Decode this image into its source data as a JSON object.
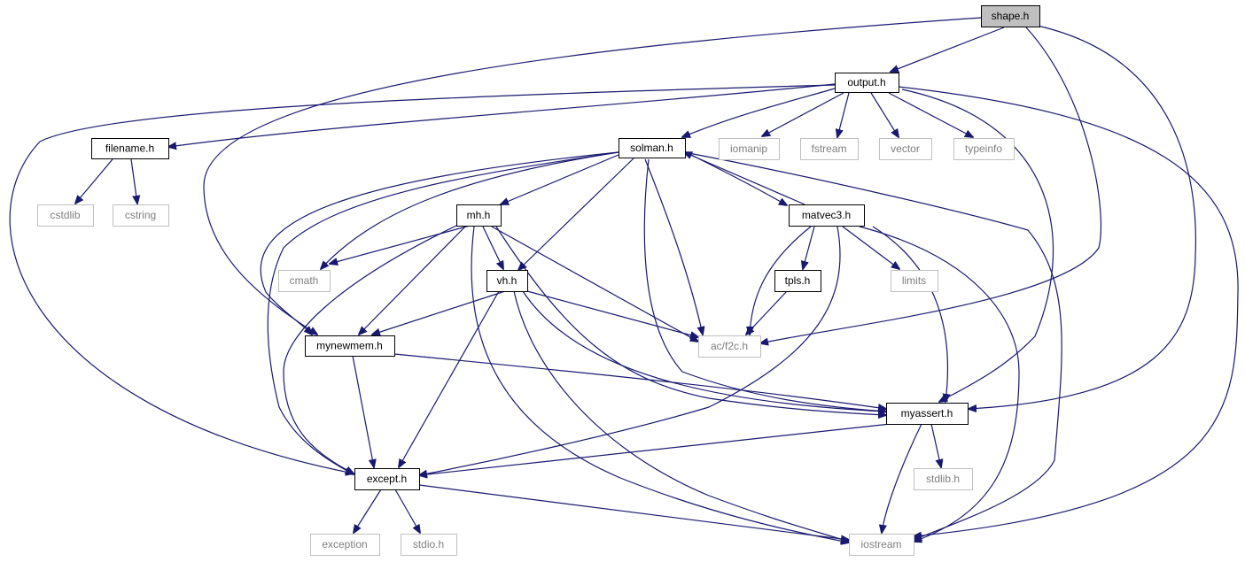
{
  "colors": {
    "edge": "#191970",
    "node_border": "#000000",
    "system_border": "#bfbfbf",
    "focus_fill": "#bfbfbf",
    "text": "#000000",
    "system_text": "#7f7f7f"
  },
  "nodes": [
    {
      "id": "shape_h",
      "label": "shape.h",
      "kind": "focus"
    },
    {
      "id": "output_h",
      "label": "output.h",
      "kind": "local"
    },
    {
      "id": "filename_h",
      "label": "filename.h",
      "kind": "local"
    },
    {
      "id": "solman_h",
      "label": "solman.h",
      "kind": "local"
    },
    {
      "id": "iomanip",
      "label": "iomanip",
      "kind": "system"
    },
    {
      "id": "fstream",
      "label": "fstream",
      "kind": "system"
    },
    {
      "id": "vector",
      "label": "vector",
      "kind": "system"
    },
    {
      "id": "typeinfo",
      "label": "typeinfo",
      "kind": "system"
    },
    {
      "id": "cstdlib",
      "label": "cstdlib",
      "kind": "system"
    },
    {
      "id": "cstring",
      "label": "cstring",
      "kind": "system"
    },
    {
      "id": "mh_h",
      "label": "mh.h",
      "kind": "local"
    },
    {
      "id": "matvec3_h",
      "label": "matvec3.h",
      "kind": "local"
    },
    {
      "id": "cmath",
      "label": "cmath",
      "kind": "system"
    },
    {
      "id": "vh_h",
      "label": "vh.h",
      "kind": "local"
    },
    {
      "id": "tpls_h",
      "label": "tpls.h",
      "kind": "local"
    },
    {
      "id": "limits",
      "label": "limits",
      "kind": "system"
    },
    {
      "id": "mynewmem_h",
      "label": "mynewmem.h",
      "kind": "local"
    },
    {
      "id": "acf2c_h",
      "label": "ac/f2c.h",
      "kind": "system"
    },
    {
      "id": "myassert_h",
      "label": "myassert.h",
      "kind": "local"
    },
    {
      "id": "except_h",
      "label": "except.h",
      "kind": "local"
    },
    {
      "id": "stdlib_h",
      "label": "stdlib.h",
      "kind": "system"
    },
    {
      "id": "exception",
      "label": "exception",
      "kind": "system"
    },
    {
      "id": "stdio_h",
      "label": "stdio.h",
      "kind": "system"
    },
    {
      "id": "iostream",
      "label": "iostream",
      "kind": "system"
    }
  ],
  "edges": [
    {
      "from": "shape_h",
      "to": "output_h"
    },
    {
      "from": "shape_h",
      "to": "mynewmem_h"
    },
    {
      "from": "shape_h",
      "to": "acf2c_h"
    },
    {
      "from": "shape_h",
      "to": "myassert_h"
    },
    {
      "from": "output_h",
      "to": "filename_h"
    },
    {
      "from": "output_h",
      "to": "solman_h"
    },
    {
      "from": "output_h",
      "to": "iomanip"
    },
    {
      "from": "output_h",
      "to": "fstream"
    },
    {
      "from": "output_h",
      "to": "vector"
    },
    {
      "from": "output_h",
      "to": "typeinfo"
    },
    {
      "from": "output_h",
      "to": "except_h"
    },
    {
      "from": "output_h",
      "to": "myassert_h"
    },
    {
      "from": "output_h",
      "to": "iostream"
    },
    {
      "from": "filename_h",
      "to": "cstdlib"
    },
    {
      "from": "filename_h",
      "to": "cstring"
    },
    {
      "from": "solman_h",
      "to": "mh_h"
    },
    {
      "from": "solman_h",
      "to": "matvec3_h"
    },
    {
      "from": "solman_h",
      "to": "cmath"
    },
    {
      "from": "solman_h",
      "to": "vh_h"
    },
    {
      "from": "solman_h",
      "to": "mynewmem_h"
    },
    {
      "from": "solman_h",
      "to": "acf2c_h"
    },
    {
      "from": "solman_h",
      "to": "myassert_h"
    },
    {
      "from": "solman_h",
      "to": "except_h"
    },
    {
      "from": "solman_h",
      "to": "iostream"
    },
    {
      "from": "matvec3_h",
      "to": "solman_h"
    },
    {
      "from": "matvec3_h",
      "to": "tpls_h"
    },
    {
      "from": "matvec3_h",
      "to": "limits"
    },
    {
      "from": "matvec3_h",
      "to": "acf2c_h"
    },
    {
      "from": "matvec3_h",
      "to": "myassert_h"
    },
    {
      "from": "matvec3_h",
      "to": "except_h"
    },
    {
      "from": "matvec3_h",
      "to": "iostream"
    },
    {
      "from": "mh_h",
      "to": "cmath"
    },
    {
      "from": "mh_h",
      "to": "vh_h"
    },
    {
      "from": "mh_h",
      "to": "mynewmem_h"
    },
    {
      "from": "mh_h",
      "to": "acf2c_h"
    },
    {
      "from": "mh_h",
      "to": "myassert_h"
    },
    {
      "from": "mh_h",
      "to": "except_h"
    },
    {
      "from": "mh_h",
      "to": "iostream"
    },
    {
      "from": "vh_h",
      "to": "mynewmem_h"
    },
    {
      "from": "vh_h",
      "to": "acf2c_h"
    },
    {
      "from": "vh_h",
      "to": "myassert_h"
    },
    {
      "from": "vh_h",
      "to": "except_h"
    },
    {
      "from": "vh_h",
      "to": "iostream"
    },
    {
      "from": "tpls_h",
      "to": "acf2c_h"
    },
    {
      "from": "mynewmem_h",
      "to": "myassert_h"
    },
    {
      "from": "mynewmem_h",
      "to": "except_h"
    },
    {
      "from": "myassert_h",
      "to": "except_h"
    },
    {
      "from": "myassert_h",
      "to": "stdlib_h"
    },
    {
      "from": "myassert_h",
      "to": "iostream"
    },
    {
      "from": "except_h",
      "to": "exception"
    },
    {
      "from": "except_h",
      "to": "stdio_h"
    },
    {
      "from": "except_h",
      "to": "iostream"
    }
  ]
}
